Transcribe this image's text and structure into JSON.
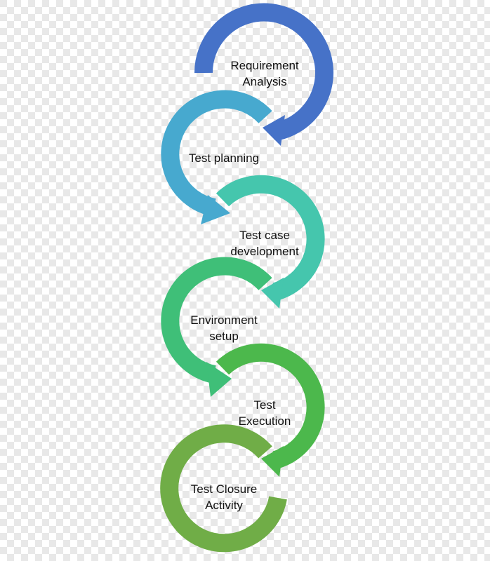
{
  "steps": [
    {
      "lines": [
        "Requirement",
        "Analysis"
      ],
      "color": "#4672c8"
    },
    {
      "lines": [
        "Test planning"
      ],
      "color": "#47a9cf"
    },
    {
      "lines": [
        "Test case",
        "development"
      ],
      "color": "#45c6ad"
    },
    {
      "lines": [
        "Environment",
        "setup"
      ],
      "color": "#3fbf78"
    },
    {
      "lines": [
        "Test",
        "Execution"
      ],
      "color": "#4cb84c"
    },
    {
      "lines": [
        "Test Closure",
        "Activity"
      ],
      "color": "#70ad47"
    }
  ]
}
